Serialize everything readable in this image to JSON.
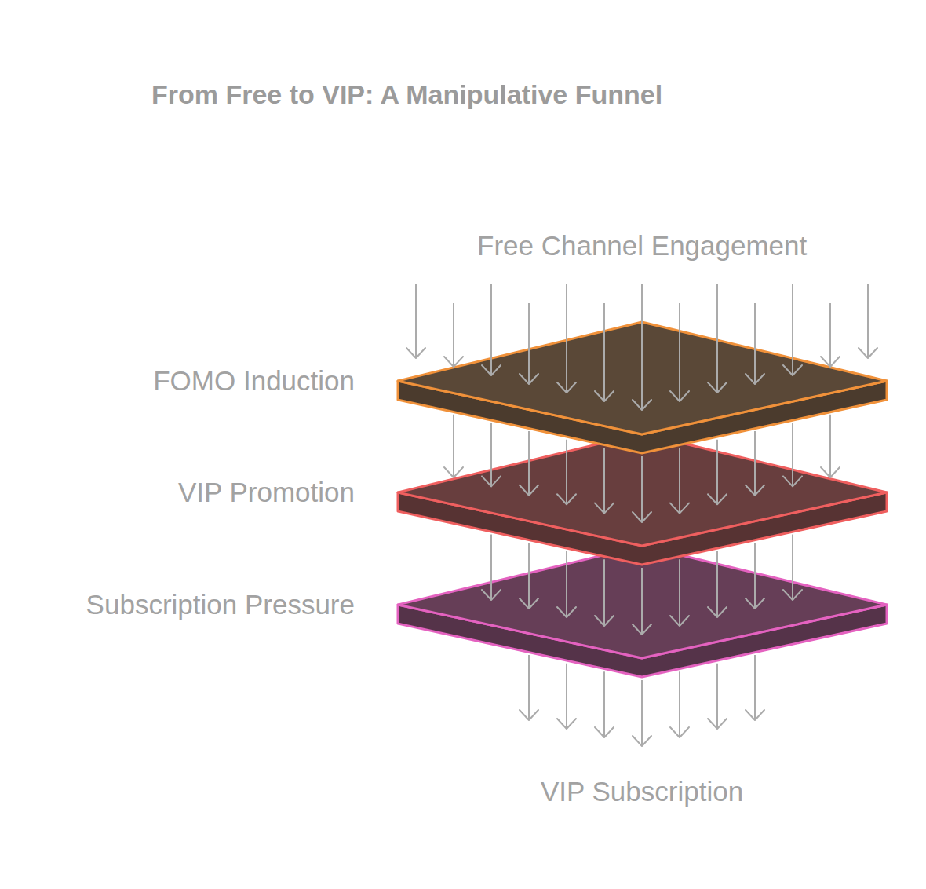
{
  "diagram": {
    "title": "From Free to VIP: A Manipulative Funnel",
    "nodes": [
      {
        "text": [
          "FOMO Induction"
        ]
      },
      {
        "text": [
          "VIP Promotion"
        ]
      },
      {
        "text": [
          "Subscription Pressure"
        ]
      }
    ],
    "labels": [
      "Free Channel Engagement",
      "VIP Subscription"
    ]
  }
}
